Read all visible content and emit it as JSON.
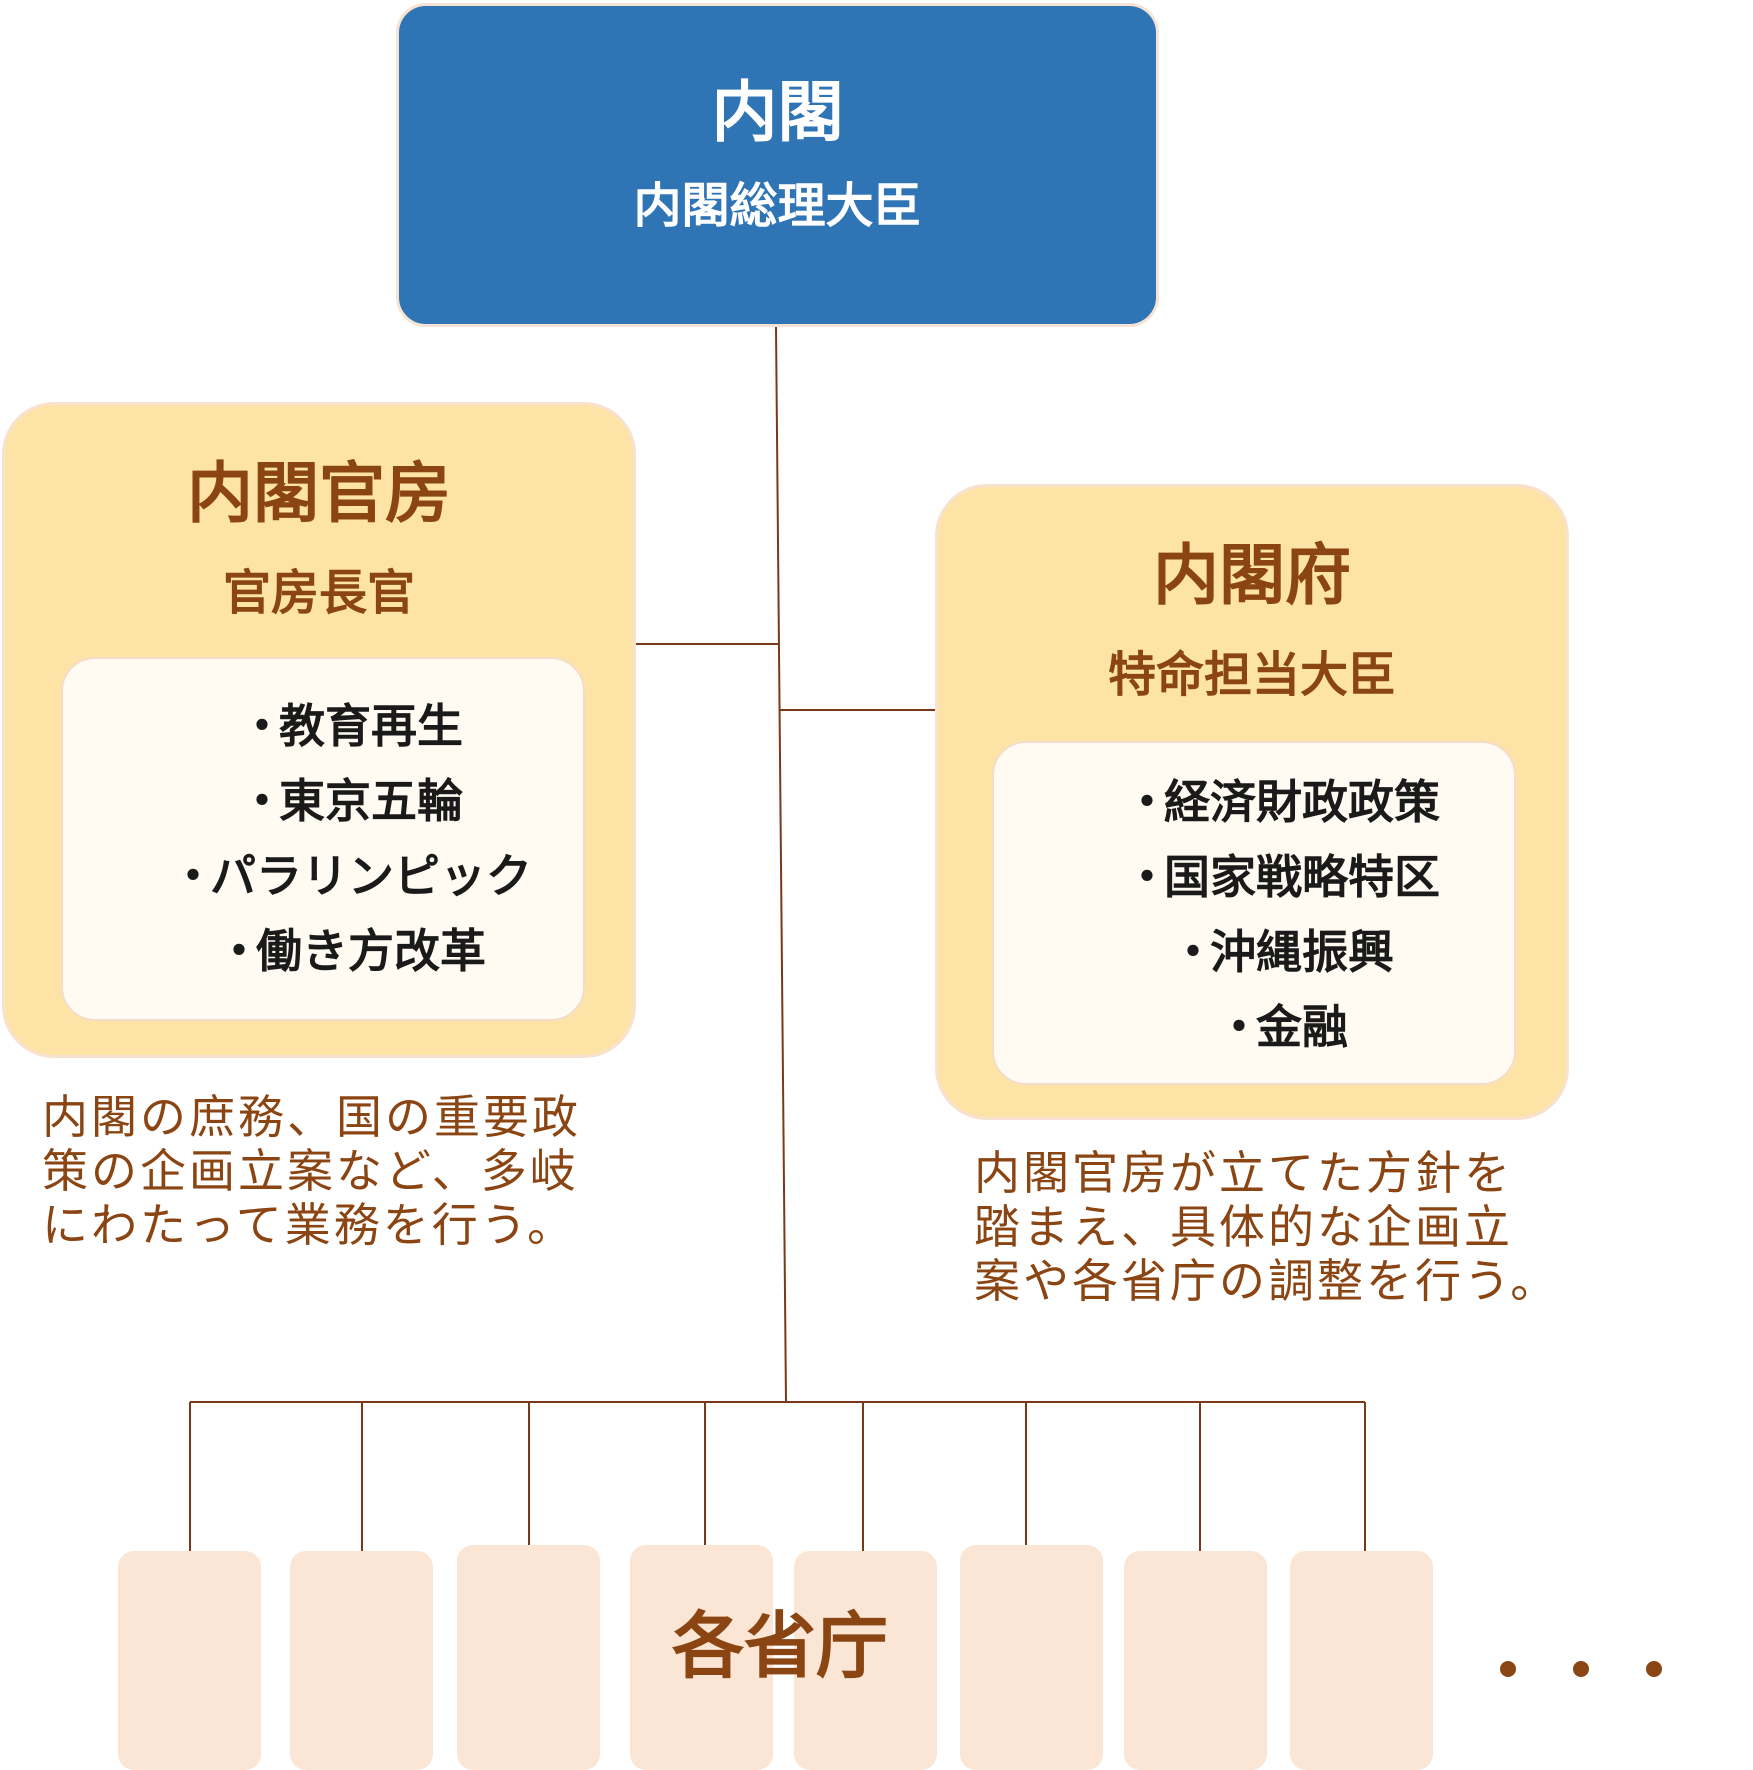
{
  "colors": {
    "cabinet_fill": "#2f74b5",
    "panel_fill": "#fde4a6",
    "inner_fill": "#fffbf3",
    "accent_text": "#8b4513",
    "line": "#7a3a1a",
    "ministry_fill": "#fbe6d6",
    "dot": "#8b4513"
  },
  "cabinet": {
    "title": "内閣",
    "subtitle": "内閣総理大臣"
  },
  "secretariat": {
    "title": "内閣官房",
    "subtitle": "官房長官",
    "items": [
      "教育再生",
      "東京五輪",
      "パラリンピック",
      "働き方改革"
    ],
    "description": "内閣の庶務、国の重要政\n策の企画立案など、多岐\nにわたって業務を行う。"
  },
  "cabinet_office": {
    "title": "内閣府",
    "subtitle": "特命担当大臣",
    "items": [
      "経済財政政策",
      "国家戦略特区",
      "沖縄振興",
      "金融"
    ],
    "description": "内閣官房が立てた方針を\n踏まえ、具体的な企画立\n案や各省庁の調整を行う。"
  },
  "ministries": {
    "label": "各省庁",
    "count": 8,
    "ellipsis": "・・・"
  },
  "bullet": "・"
}
